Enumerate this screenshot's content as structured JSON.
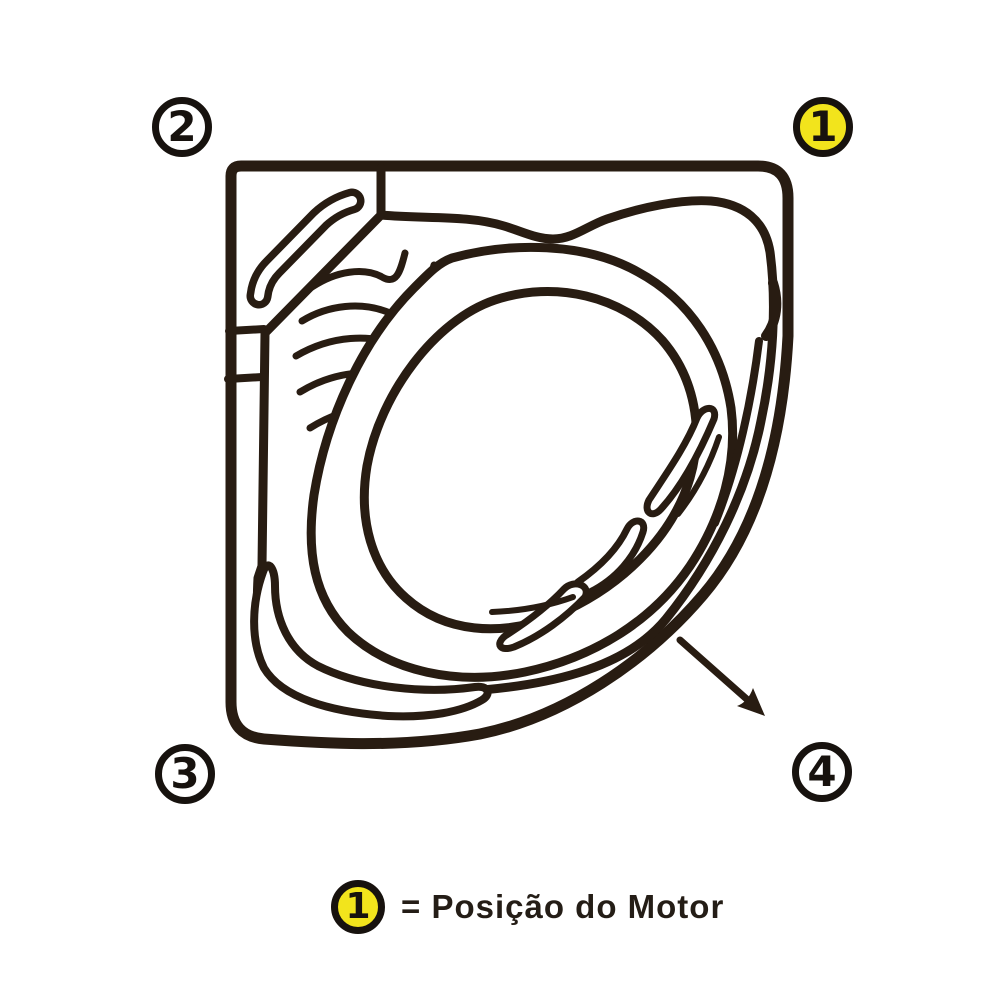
{
  "diagram": {
    "title": "corner-bathtub-top-view",
    "markers": [
      {
        "label": "2",
        "highlighted": false,
        "position": "top-left"
      },
      {
        "label": "1",
        "highlighted": true,
        "position": "top-right"
      },
      {
        "label": "3",
        "highlighted": false,
        "position": "bottom-left"
      },
      {
        "label": "4",
        "highlighted": false,
        "position": "bottom-right"
      }
    ]
  },
  "legend": {
    "badge_label": "1",
    "text": "= Posição do Motor"
  },
  "colors": {
    "line": "#281c12",
    "marker_ink": "#17120e",
    "highlight_yellow": "#f2e41c",
    "background": "#ffffff"
  }
}
